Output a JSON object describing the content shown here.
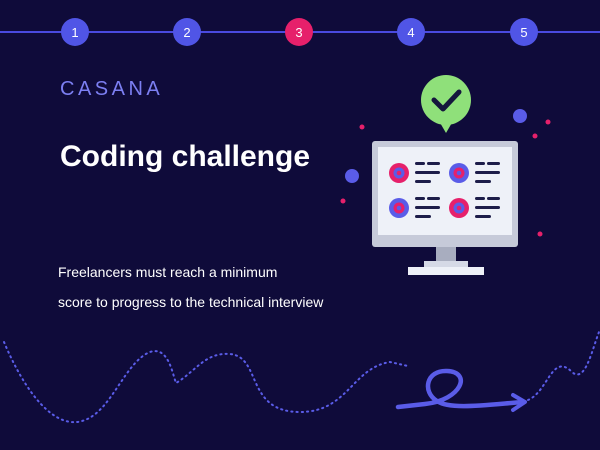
{
  "steps": [
    {
      "label": "1",
      "active": false
    },
    {
      "label": "2",
      "active": false
    },
    {
      "label": "3",
      "active": true
    },
    {
      "label": "4",
      "active": false
    },
    {
      "label": "5",
      "active": false
    }
  ],
  "brand": {
    "logo_text": "CASANA"
  },
  "slide": {
    "title": "Coding challenge",
    "description_line1": "Freelancers must reach a minimum",
    "description_line2": "score to progress to the technical interview"
  },
  "colors": {
    "background": "#0f0b3a",
    "step": "#5055e6",
    "step_active": "#e6206b",
    "accent_pink": "#e6206b",
    "accent_blue": "#5a5ce8",
    "check_green": "#8fe07a"
  },
  "icons": [
    "check-speech-bubble-icon",
    "computer-monitor-icon",
    "curly-arrow-icon"
  ]
}
